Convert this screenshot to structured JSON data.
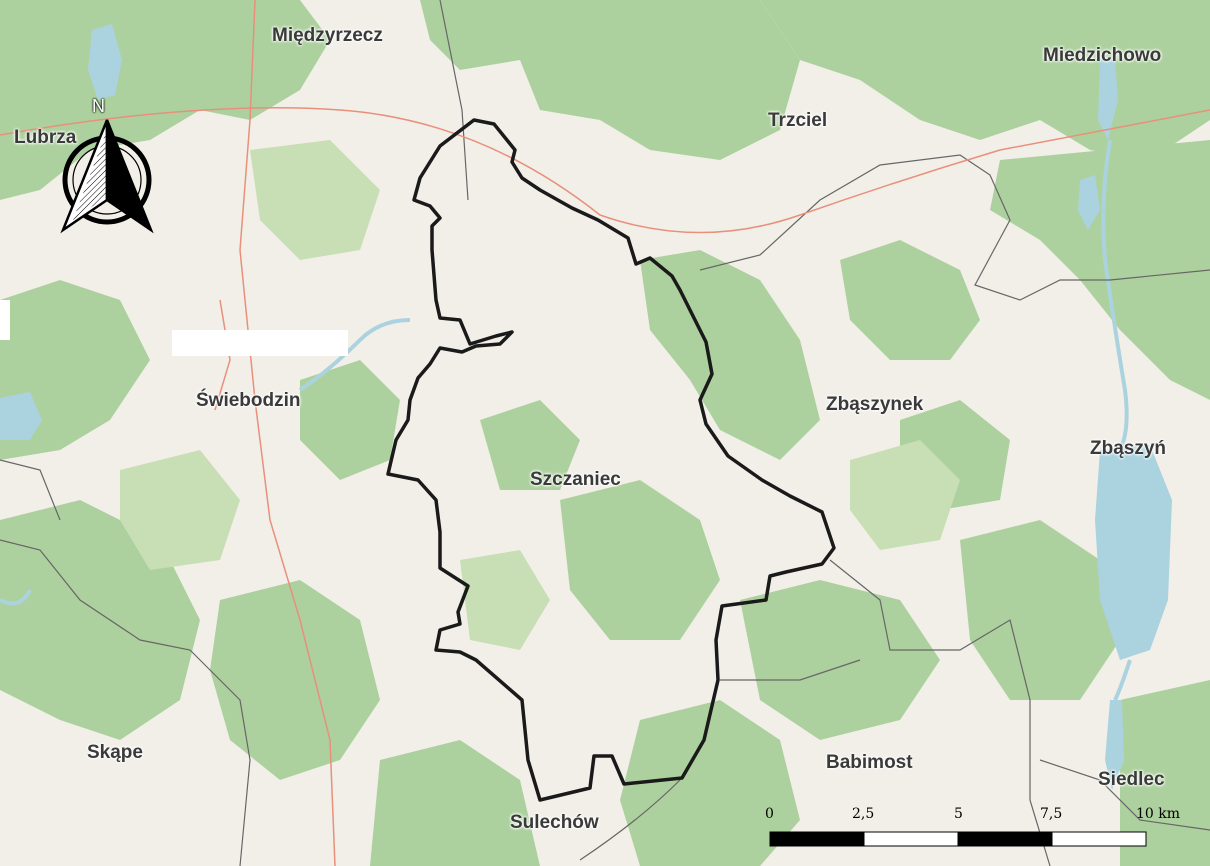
{
  "map": {
    "places": [
      {
        "id": "miedzyrzecz",
        "name": "Międzyrzecz"
      },
      {
        "id": "miedzichowo",
        "name": "Miedzichowo"
      },
      {
        "id": "lubrza",
        "name": "Lubrza"
      },
      {
        "id": "trzciel",
        "name": "Trzciel"
      },
      {
        "id": "swiebodzin",
        "name": "Świebodzin"
      },
      {
        "id": "zbaszynek",
        "name": "Zbąszynek"
      },
      {
        "id": "zbaszyn",
        "name": "Zbąszyń"
      },
      {
        "id": "szczaniec",
        "name": "Szczaniec"
      },
      {
        "id": "skape",
        "name": "Skąpe"
      },
      {
        "id": "babimost",
        "name": "Babimost"
      },
      {
        "id": "siedlec",
        "name": "Siedlec"
      },
      {
        "id": "sulechow",
        "name": "Sulechów"
      }
    ],
    "north_arrow": {
      "label": "N",
      "icon": "north-arrow-icon"
    },
    "scale_bar": {
      "labels": [
        "0",
        "2,5",
        "5",
        "7,5",
        "10 km"
      ],
      "colors": {
        "dark": "#000000",
        "light": "#ffffff"
      }
    },
    "colors": {
      "land": "#f2efe9",
      "forest": "#add19e",
      "forest_light": "#c8dfb5",
      "water": "#aad3df",
      "boundary": "#1a1a1a",
      "admin": "#555555",
      "rail": "#e8907a"
    }
  }
}
